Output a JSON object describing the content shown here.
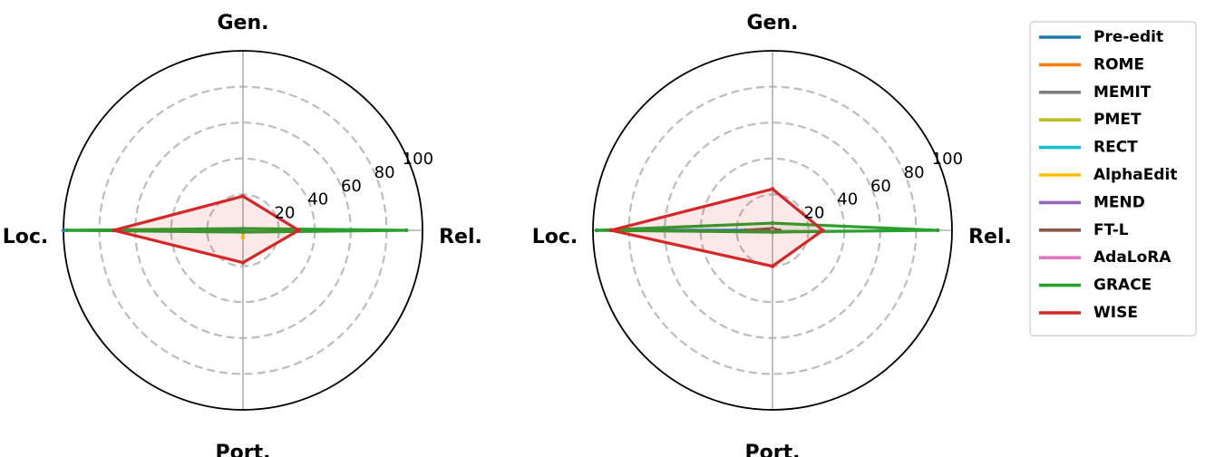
{
  "chart_data": [
    {
      "type": "radar",
      "axes": [
        "Gen.",
        "Rel.",
        "Port.",
        "Loc."
      ],
      "rlim": [
        0,
        100
      ],
      "rticks": [
        20,
        40,
        60,
        80,
        100
      ],
      "grid": true,
      "series": [
        {
          "name": "Pre-edit",
          "color": "#1f77b4",
          "values": [
            0,
            0,
            0,
            100
          ]
        },
        {
          "name": "ROME",
          "color": "#ff7f0e",
          "values": [
            0,
            0,
            0,
            0
          ]
        },
        {
          "name": "MEMIT",
          "color": "#7f7f7f",
          "values": [
            0,
            0,
            0,
            0
          ]
        },
        {
          "name": "PMET",
          "color": "#bcbd22",
          "values": [
            0,
            0,
            0,
            0
          ]
        },
        {
          "name": "RECT",
          "color": "#17becf",
          "values": [
            0,
            0,
            0,
            0
          ]
        },
        {
          "name": "AlphaEdit",
          "color": "#ffbf00",
          "values": [
            0,
            0,
            4,
            0
          ]
        },
        {
          "name": "MEND",
          "color": "#9467bd",
          "values": [
            0,
            0,
            0,
            0
          ]
        },
        {
          "name": "FT-L",
          "color": "#8c564b",
          "values": [
            0,
            0,
            0,
            0
          ]
        },
        {
          "name": "AdaLoRA",
          "color": "#e377c2",
          "values": [
            0,
            0,
            0,
            0
          ]
        },
        {
          "name": "GRACE",
          "color": "#2ca02c",
          "values": [
            1,
            91,
            1,
            98
          ]
        },
        {
          "name": "WISE",
          "color": "#d62728",
          "values": [
            19,
            31,
            18,
            72
          ]
        }
      ]
    },
    {
      "type": "radar",
      "axes": [
        "Gen.",
        "Rel.",
        "Port.",
        "Loc."
      ],
      "rlim": [
        0,
        100
      ],
      "rticks": [
        20,
        40,
        60,
        80,
        100
      ],
      "grid": true,
      "series": [
        {
          "name": "Pre-edit",
          "color": "#1f77b4",
          "values": [
            0,
            2,
            0,
            98
          ]
        },
        {
          "name": "ROME",
          "color": "#ff7f0e",
          "values": [
            0,
            0,
            0,
            0
          ]
        },
        {
          "name": "MEMIT",
          "color": "#7f7f7f",
          "values": [
            0,
            0,
            0,
            0
          ]
        },
        {
          "name": "PMET",
          "color": "#bcbd22",
          "values": [
            0,
            0,
            0,
            0
          ]
        },
        {
          "name": "RECT",
          "color": "#17becf",
          "values": [
            0,
            0,
            0,
            0
          ]
        },
        {
          "name": "AlphaEdit",
          "color": "#ffbf00",
          "values": [
            0,
            0,
            0,
            0
          ]
        },
        {
          "name": "MEND",
          "color": "#9467bd",
          "values": [
            0,
            0,
            0,
            0
          ]
        },
        {
          "name": "FT-L",
          "color": "#8c564b",
          "values": [
            1,
            4,
            1,
            15
          ]
        },
        {
          "name": "AdaLoRA",
          "color": "#e377c2",
          "values": [
            0,
            0,
            0,
            0
          ]
        },
        {
          "name": "GRACE",
          "color": "#2ca02c",
          "values": [
            4,
            92,
            1,
            98
          ]
        },
        {
          "name": "WISE",
          "color": "#d62728",
          "values": [
            23,
            28,
            20,
            90
          ]
        }
      ]
    }
  ],
  "legend": {
    "position": "right",
    "items": [
      {
        "name": "Pre-edit",
        "color": "#1f77b4"
      },
      {
        "name": "ROME",
        "color": "#ff7f0e"
      },
      {
        "name": "MEMIT",
        "color": "#7f7f7f"
      },
      {
        "name": "PMET",
        "color": "#bcbd22"
      },
      {
        "name": "RECT",
        "color": "#17becf"
      },
      {
        "name": "AlphaEdit",
        "color": "#ffbf00"
      },
      {
        "name": "MEND",
        "color": "#9467bd"
      },
      {
        "name": "FT-L",
        "color": "#8c564b"
      },
      {
        "name": "AdaLoRA",
        "color": "#e377c2"
      },
      {
        "name": "GRACE",
        "color": "#2ca02c"
      },
      {
        "name": "WISE",
        "color": "#d62728"
      }
    ]
  }
}
